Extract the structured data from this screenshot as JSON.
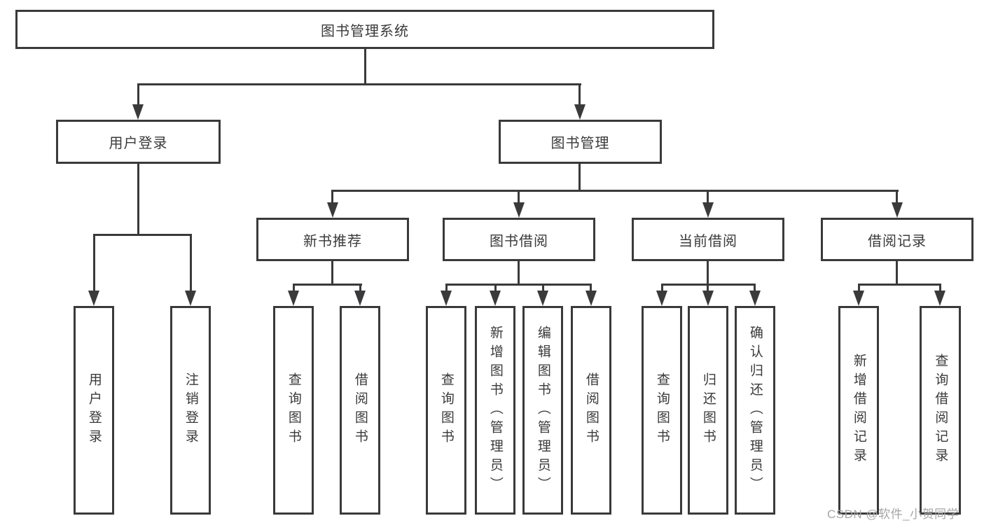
{
  "tree": {
    "root": "图书管理系统",
    "user_login": "用户登录",
    "book_management": "图书管理",
    "branches": [
      "新书推荐",
      "图书借阅",
      "当前借阅",
      "借阅记录"
    ],
    "leaves_user": [
      "用户登录",
      "注销登录"
    ],
    "leaves_recommend": [
      "查询图书",
      "借阅图书"
    ],
    "leaves_borrowing": [
      "查询图书",
      "新增图书（管理员）",
      "编辑图书（管理员）",
      "借阅图书"
    ],
    "leaves_current": [
      "查询图书",
      "归还图书",
      "确认归还（管理员）"
    ],
    "leaves_records": [
      "新增借阅记录",
      "查询借阅记录"
    ]
  },
  "watermark": "CSDN @软件_小贺同学",
  "colors": {
    "line": "#3a3a3c",
    "text": "#3a3a3c",
    "background": "#ffffff",
    "watermark": "#a6a6a6"
  }
}
